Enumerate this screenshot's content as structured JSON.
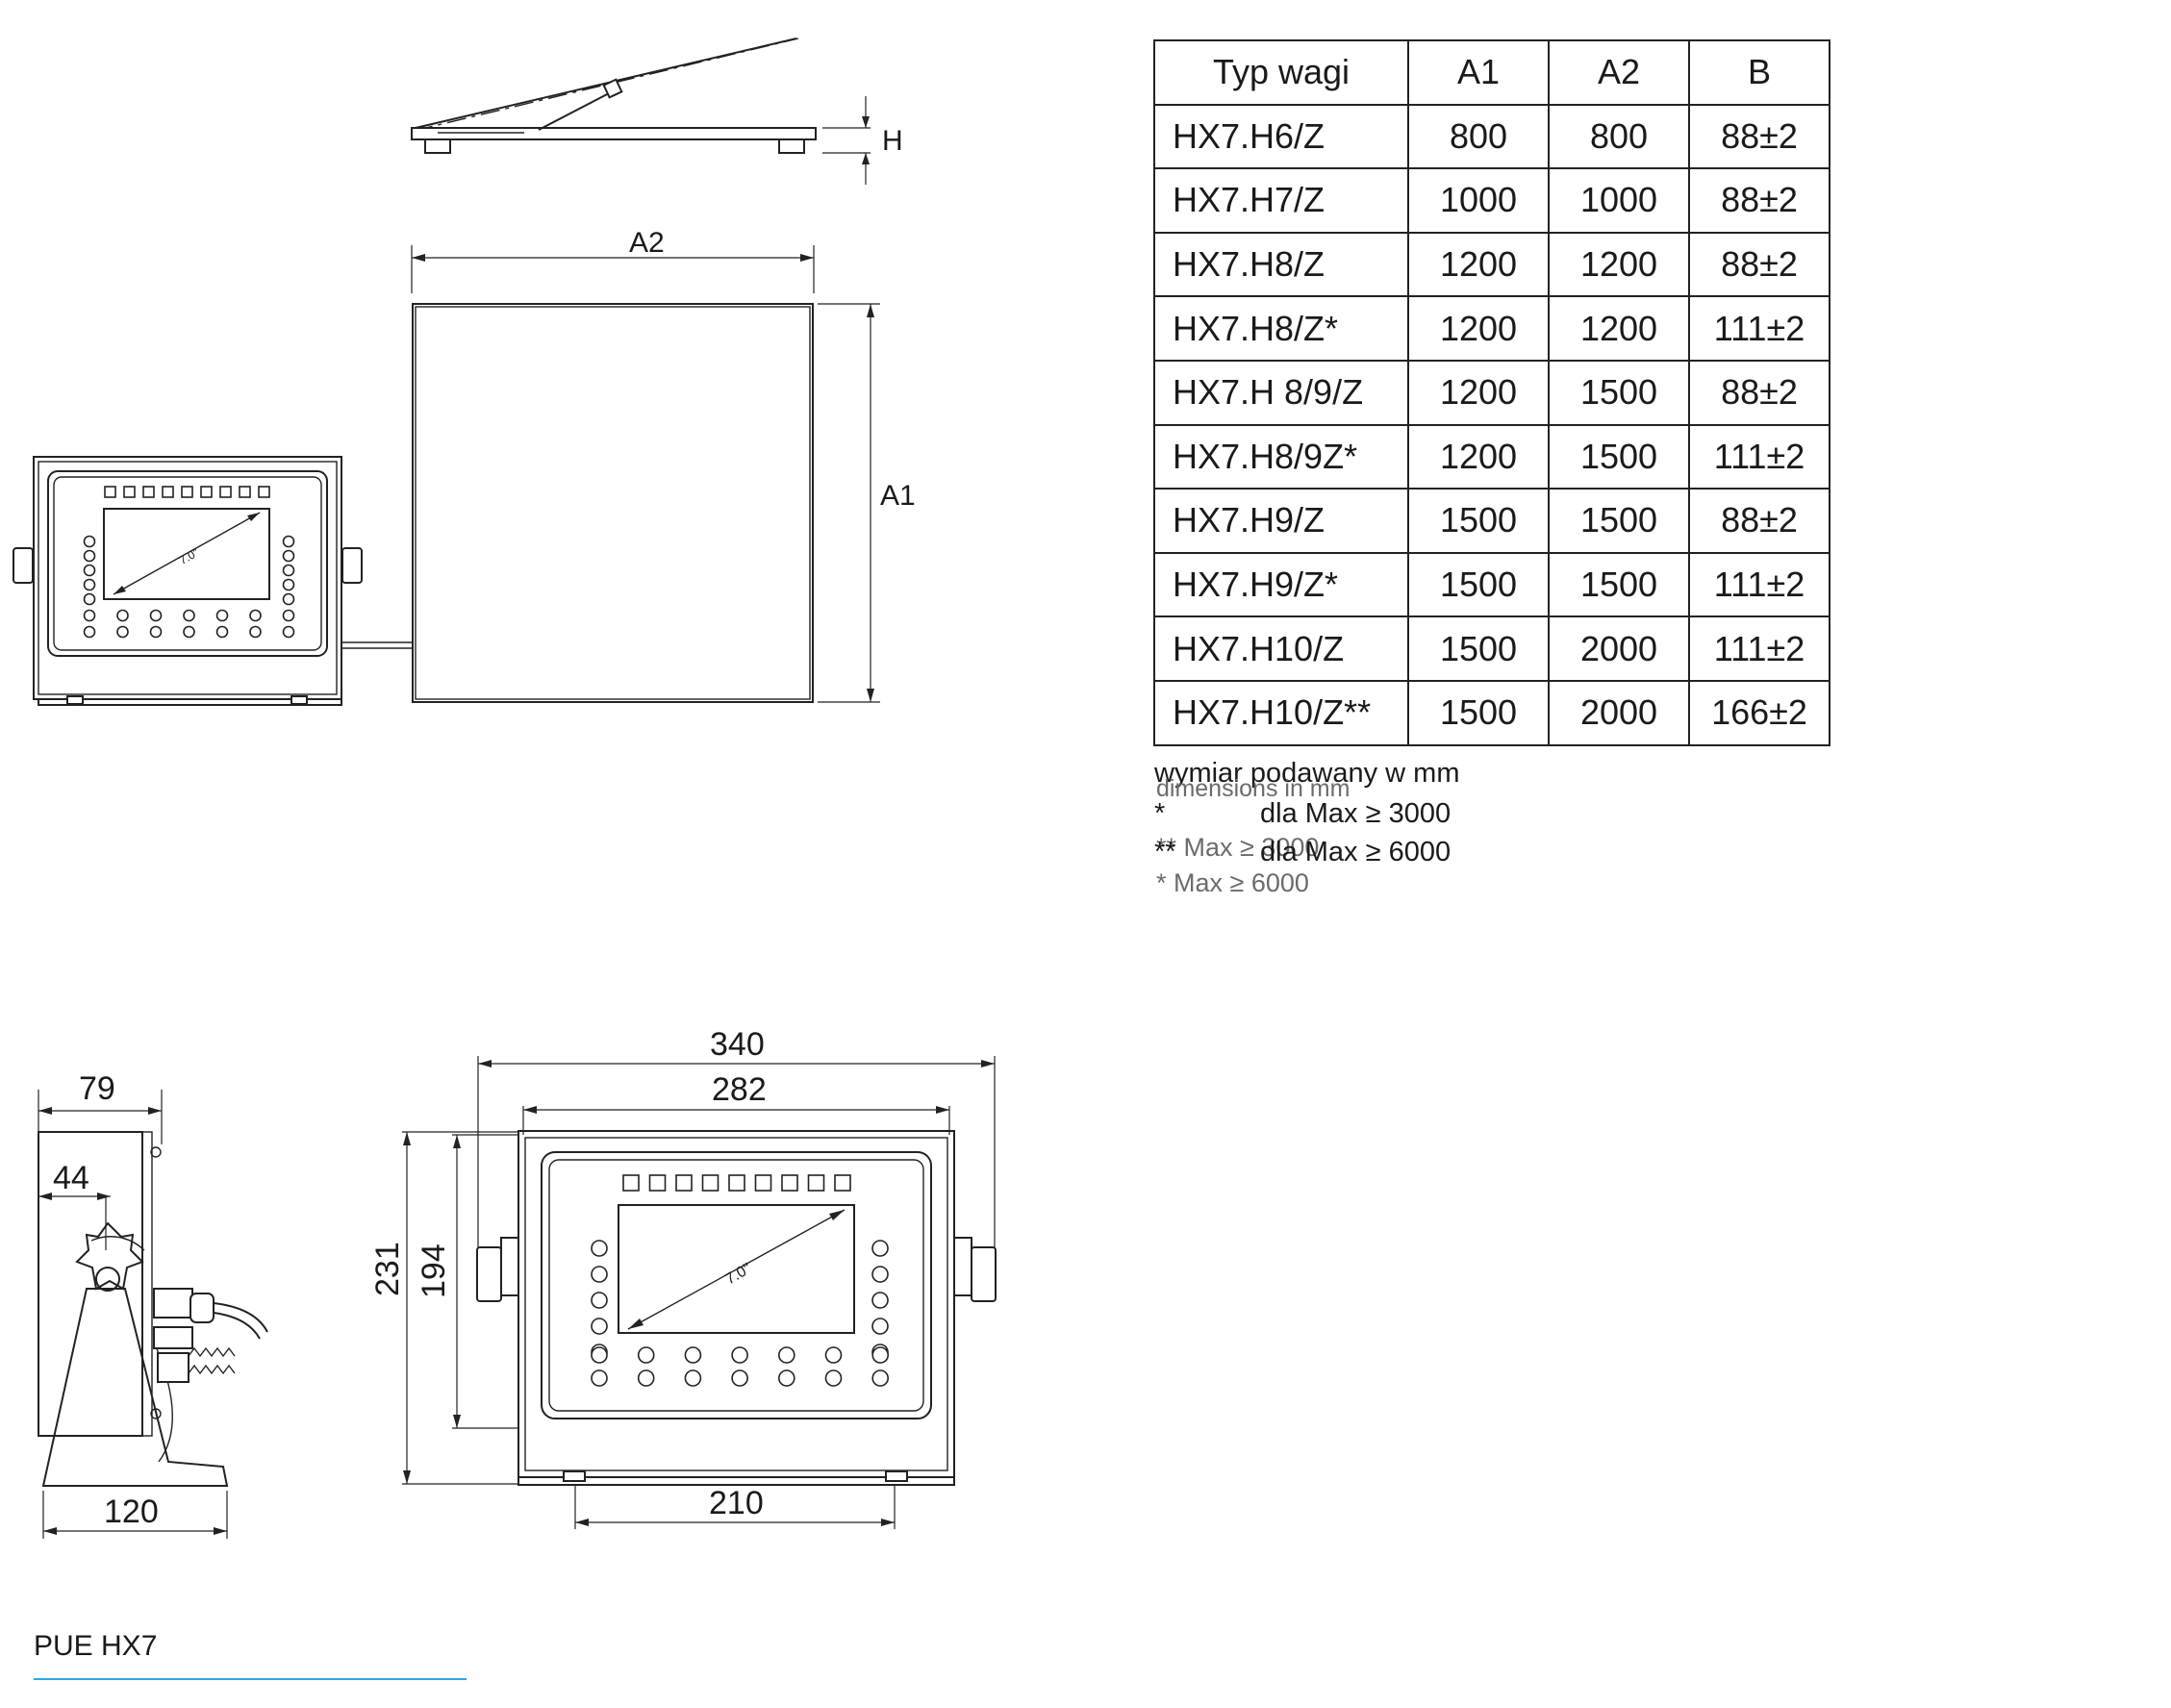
{
  "drawing": {
    "top_labels": {
      "h": "H",
      "a2": "A2",
      "a1": "A1"
    },
    "display_diag": "7.0\"",
    "dims": {
      "d79": "79",
      "d44": "44",
      "d120": "120",
      "d340": "340",
      "d282": "282",
      "d231": "231",
      "d194": "194",
      "d210": "210"
    }
  },
  "table": {
    "headers": [
      "Typ wagi",
      "A1",
      "A2",
      "B"
    ],
    "rows": [
      [
        "HX7.H6/Z",
        "800",
        "800",
        "88±2"
      ],
      [
        "HX7.H7/Z",
        "1000",
        "1000",
        "88±2"
      ],
      [
        "HX7.H8/Z",
        "1200",
        "1200",
        "88±2"
      ],
      [
        "HX7.H8/Z*",
        "1200",
        "1200",
        "111±2"
      ],
      [
        "HX7.H 8/9/Z",
        "1200",
        "1500",
        "88±2"
      ],
      [
        "HX7.H8/9Z*",
        "1200",
        "1500",
        "111±2"
      ],
      [
        "HX7.H9/Z",
        "1500",
        "1500",
        "88±2"
      ],
      [
        "HX7.H9/Z*",
        "1500",
        "1500",
        "111±2"
      ],
      [
        "HX7.H10/Z",
        "1500",
        "2000",
        "111±2"
      ],
      [
        "HX7.H10/Z**",
        "1500",
        "2000",
        "166±2"
      ]
    ]
  },
  "notes": {
    "wymiar": "wymiar podawany w mm",
    "dimensions": "dimensions in mm",
    "star1_mark": "*",
    "star1_text": "dla Max ≥ 3000",
    "star2_mark": "**",
    "star2_text": "dla Max ≥ 6000",
    "en1": "** Max ≥ 3000",
    "en2": "* Max ≥ 6000"
  },
  "footer": {
    "title": "PUE HX7"
  },
  "colors": {
    "accent_line": "#29abe2",
    "ink": "#222222",
    "note_grey": "#6b6b6b"
  }
}
